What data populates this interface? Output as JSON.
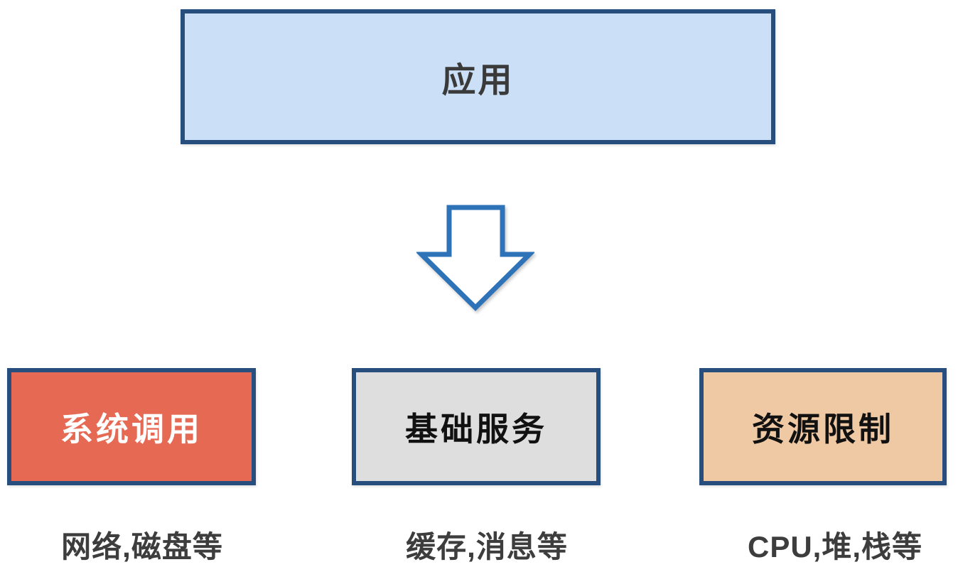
{
  "diagram": {
    "title_node": {
      "label": "应用"
    },
    "arrow": {
      "name": "down-arrow",
      "direction": "down",
      "stroke_color": "#2e72b8",
      "fill_color": "#ffffff"
    },
    "child_nodes": [
      {
        "label": "系统调用",
        "caption": "网络,磁盘等",
        "fill": "#e66953",
        "text_color": "#ffffff"
      },
      {
        "label": "基础服务",
        "caption": "缓存,消息等",
        "fill": "#dedede",
        "text_color": "#111111"
      },
      {
        "label": "资源限制",
        "caption": "CPU,堆,栈等",
        "fill": "#efc9a4",
        "text_color": "#111111"
      }
    ],
    "colors": {
      "top_node_fill": "#cbe0f6",
      "node_border": "#274e7d",
      "title_text": "#3a3a3a",
      "caption_text": "#3d3d3d",
      "background": "#ffffff"
    }
  }
}
